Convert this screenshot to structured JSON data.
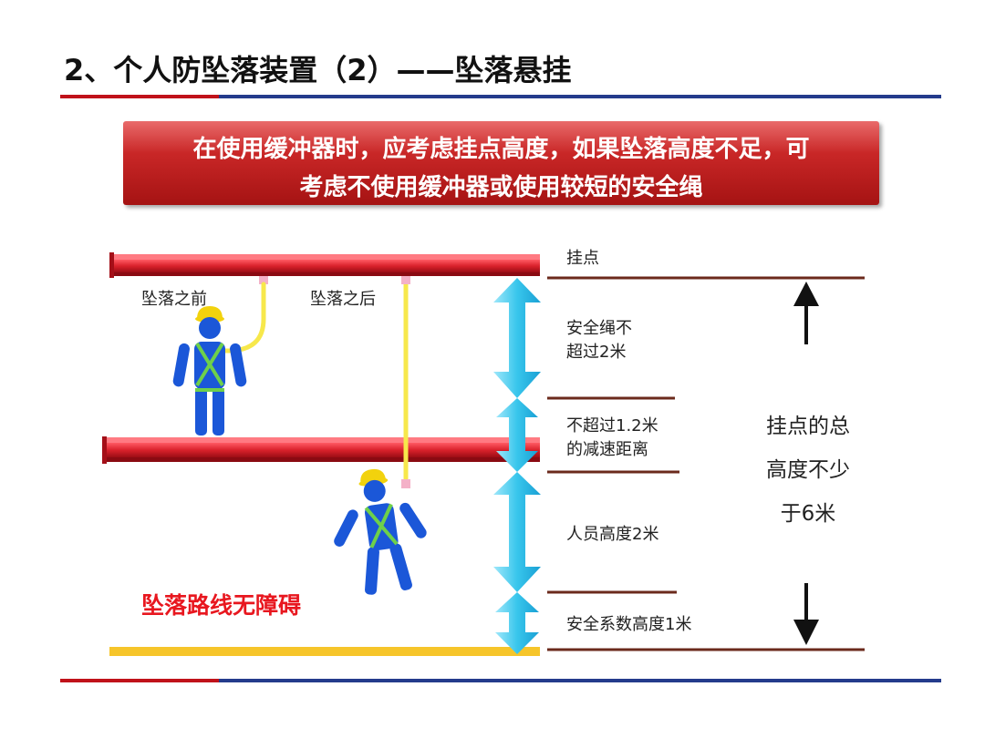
{
  "title": "2、个人防坠落装置（2）——坠落悬挂",
  "banner": {
    "line1": "在使用缓冲器时，应考虑挂点高度，如果坠落高度不足，可",
    "line2": "考虑不使用缓冲器或使用较短的安全绳"
  },
  "figures": {
    "before_label": "坠落之前",
    "after_label": "坠落之后"
  },
  "right_labels": {
    "anchor": "挂点",
    "lanyard": "安全绳不\n超过2米",
    "decel": "不超过1.2米\n的减速距离",
    "person": "人员高度2米",
    "safety": "安全系数高度1米"
  },
  "total_height": "挂点的总\n高度不少\n于6米",
  "obstacle_note": "坠落路线无障碍",
  "colors": {
    "beam_red": "#d9212b",
    "ground_yellow": "#f6c52a",
    "rope_yellow": "#f7e84b",
    "worker_blue": "#1b57d8",
    "harness_green": "#6ed04a",
    "helmet_yellow": "#f2d20d",
    "dimension_arrow": "#38c6ec",
    "line_brown": "#6b2a1c",
    "accent_red": "#e8171f"
  },
  "icons": {
    "up": "arrow-up-icon",
    "down": "arrow-down-icon"
  }
}
